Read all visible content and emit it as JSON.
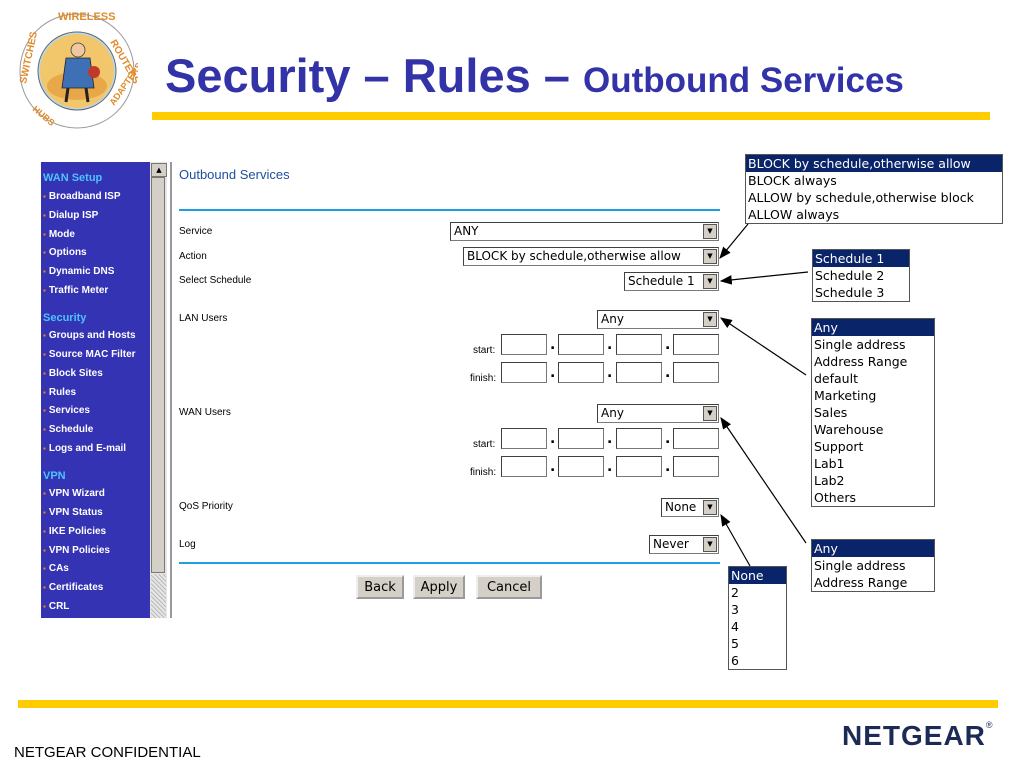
{
  "header": {
    "title_main": "Security – Rules – ",
    "title_sub": "Outbound Services",
    "logo_texts": [
      "WIRELESS",
      "ROUTERS",
      "ADAPTERS",
      "HUBS",
      "SWITCHES"
    ]
  },
  "footer": {
    "confidential": "NETGEAR CONFIDENTIAL",
    "brand": "NETGEAR",
    "brand_mark": "®"
  },
  "sidebar": {
    "sections": [
      {
        "title": "WAN Setup",
        "items": [
          "Broadband ISP",
          "Dialup ISP",
          "Mode",
          "Options",
          "Dynamic DNS",
          "Traffic Meter"
        ]
      },
      {
        "title": "Security",
        "items": [
          "Groups and Hosts",
          "Source MAC Filter",
          "Block Sites",
          "Rules",
          "Services",
          "Schedule",
          "Logs and E-mail"
        ]
      },
      {
        "title": "VPN",
        "items": [
          "VPN Wizard",
          "VPN Status",
          "IKE Policies",
          "VPN Policies",
          "CAs",
          "Certificates",
          "CRL"
        ]
      }
    ]
  },
  "form": {
    "title": "Outbound Services",
    "service": {
      "label": "Service",
      "value": "ANY"
    },
    "action": {
      "label": "Action",
      "value": "BLOCK by schedule,otherwise allow"
    },
    "schedule": {
      "label": "Select Schedule",
      "value": "Schedule 1"
    },
    "lan_users": {
      "label": "LAN Users",
      "value": "Any"
    },
    "wan_users": {
      "label": "WAN Users",
      "value": "Any"
    },
    "start_label": "start:",
    "finish_label": "finish:",
    "qos": {
      "label": "QoS Priority",
      "value": "None"
    },
    "log": {
      "label": "Log",
      "value": "Never"
    },
    "buttons": {
      "back": "Back",
      "apply": "Apply",
      "cancel": "Cancel"
    }
  },
  "callouts": {
    "action_options": [
      "BLOCK by schedule,otherwise allow",
      "BLOCK always",
      "ALLOW by schedule,otherwise block",
      "ALLOW always"
    ],
    "schedule_options": [
      "Schedule 1",
      "Schedule 2",
      "Schedule 3"
    ],
    "lan_user_options": [
      "Any",
      "Single address",
      "Address Range",
      "default",
      "Marketing",
      "Sales",
      "Warehouse",
      "Support",
      "Lab1",
      "Lab2",
      "Others"
    ],
    "wan_user_options": [
      "Any",
      "Single address",
      "Address Range"
    ],
    "qos_options": [
      "None",
      "2",
      "3",
      "4",
      "5",
      "6"
    ]
  },
  "colors": {
    "title": "#3333a8",
    "accent_rule": "#ffcc00",
    "sidebar_bg": "#3333b3",
    "sidebar_heading": "#4dc3ff",
    "list_highlight": "#0a246a"
  }
}
